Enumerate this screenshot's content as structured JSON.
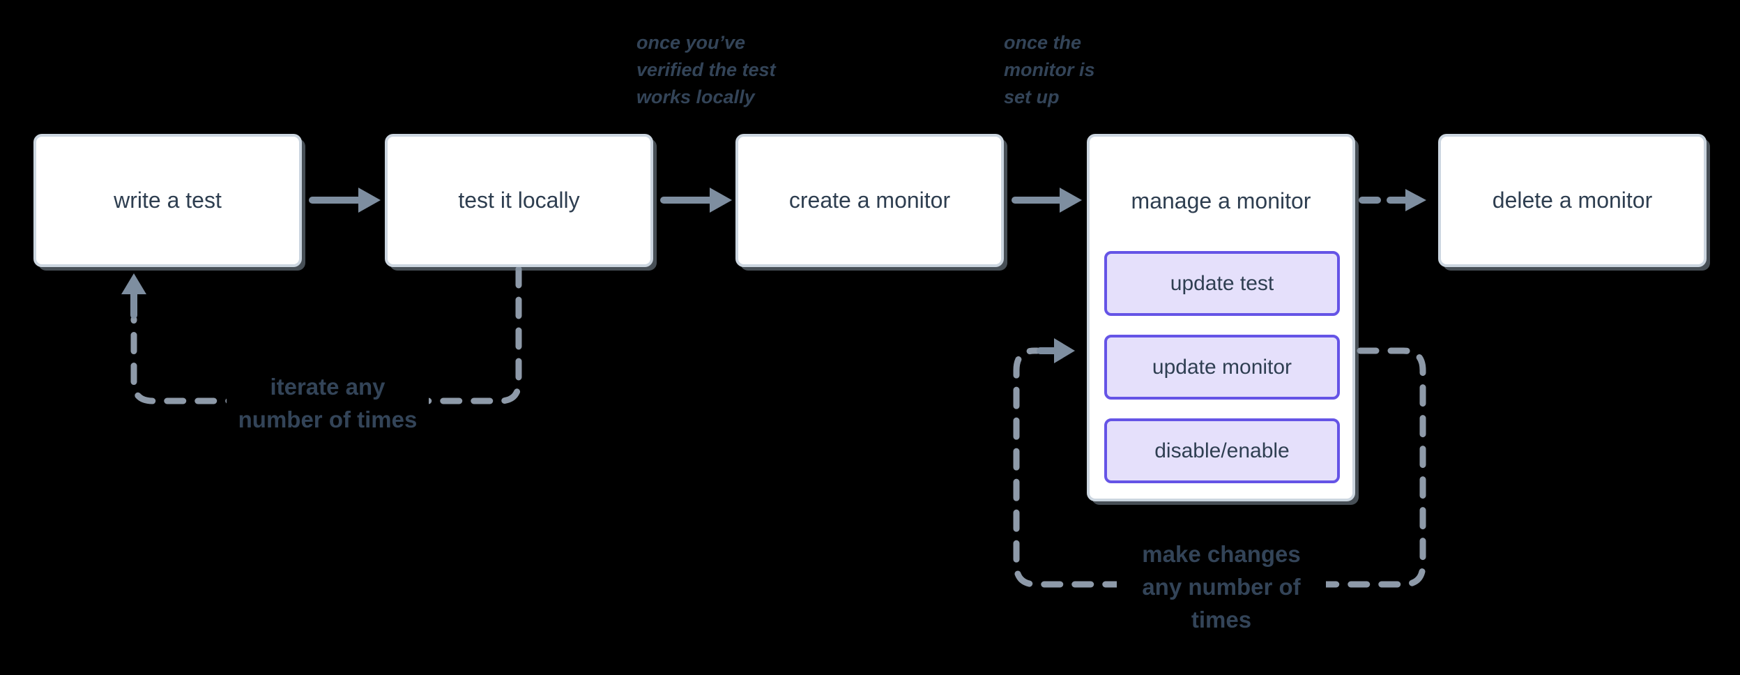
{
  "nodes": [
    {
      "label": "write a test"
    },
    {
      "label": "test it locally"
    },
    {
      "label": "create a monitor"
    },
    {
      "label": "manage a monitor",
      "actions": [
        {
          "label": "update test"
        },
        {
          "label": "update monitor"
        },
        {
          "label": "disable/enable"
        }
      ]
    },
    {
      "label": "delete a monitor"
    }
  ],
  "annotations": [
    {
      "lines": [
        "once you’ve",
        "verified the test",
        "works locally"
      ]
    },
    {
      "lines": [
        "once the",
        "monitor is",
        "set up"
      ]
    }
  ],
  "loop_labels": [
    {
      "lines": [
        "iterate any",
        "number of times"
      ]
    },
    {
      "lines": [
        "make changes",
        "any number of",
        "times"
      ]
    }
  ],
  "colors": {
    "background": "#000000",
    "node_fill": "#ffffff",
    "node_border": "#ccd6e0",
    "node_text": "#2e3e50",
    "action_fill": "#e5e0fb",
    "action_border": "#6554e6",
    "solid_arrow": "#7e8ea0",
    "dashed_line": "#8e9aa9",
    "annotation_text": "#334458"
  }
}
